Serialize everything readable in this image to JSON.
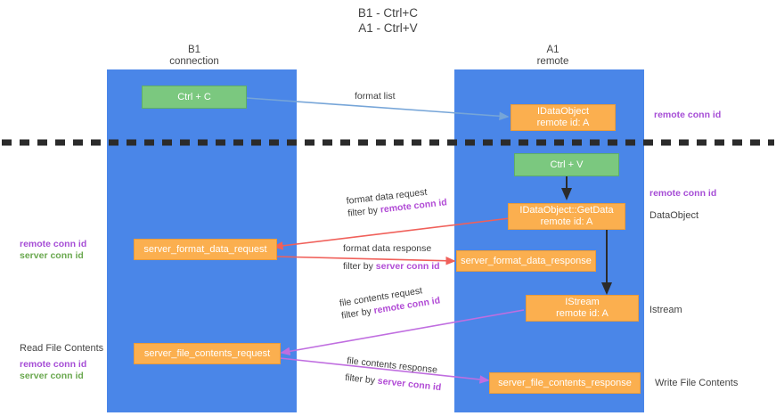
{
  "title": "B1 - Ctrl+C\nA1 - Ctrl+V",
  "lanes": [
    {
      "id": "left",
      "title": "B1\nconnection"
    },
    {
      "id": "right",
      "title": "A1\nremote"
    }
  ],
  "boxes": [
    {
      "id": "ctrl-c",
      "line1": "Ctrl + C",
      "line2": "",
      "color": "green"
    },
    {
      "id": "idataobject",
      "line1": "IDataObject",
      "line2": "remote id: A",
      "color": "orange"
    },
    {
      "id": "ctrl-v",
      "line1": "Ctrl + V",
      "line2": "",
      "color": "green"
    },
    {
      "id": "getdata",
      "line1": "IDataObject::GetData",
      "line2": "remote id: A",
      "color": "orange"
    },
    {
      "id": "server-format-data-request",
      "line1": "server_format_data_request",
      "line2": "",
      "color": "orange"
    },
    {
      "id": "server-format-data-response",
      "line1": "server_format_data_response",
      "line2": "",
      "color": "orange"
    },
    {
      "id": "istream",
      "line1": "IStream",
      "line2": "remote id: A",
      "color": "orange"
    },
    {
      "id": "server-file-contents-request",
      "line1": "server_file_contents_request",
      "line2": "",
      "color": "orange"
    },
    {
      "id": "server-file-contents-response",
      "line1": "server_file_contents_response",
      "line2": "",
      "color": "orange"
    }
  ],
  "edge_labels": {
    "format_list": "format list",
    "format_data_request": "format data request",
    "format_data_request_filter_prefix": "filter by ",
    "format_data_request_filter_value": "remote conn id",
    "format_data_response": "format data response",
    "format_data_response_filter_prefix": "filter by ",
    "format_data_response_filter_value": "server conn id",
    "file_contents_request": "file contents request",
    "file_contents_request_filter_prefix": "filter by ",
    "file_contents_request_filter_value": "remote conn id",
    "file_contents_response": "file contents response",
    "file_contents_response_filter_prefix": "filter by ",
    "file_contents_response_filter_value": "server conn id"
  },
  "right_labels": {
    "remote_conn_id_top": "remote conn id",
    "remote_conn_id_mid": "remote conn id",
    "dataobject": "DataObject",
    "istream": "Istream",
    "write_file_contents": "Write File Contents"
  },
  "left_labels": {
    "remote_conn_id": "remote conn id",
    "server_conn_id": "server conn id",
    "read_file_contents": "Read File Contents",
    "remote_conn_id_2": "remote conn id",
    "server_conn_id_2": "server conn id"
  },
  "colors": {
    "lane": "#4a86e8",
    "green_box": "#7bc87f",
    "orange_box": "#fbaf4f",
    "purple": "#a64dd6",
    "green_text": "#6aa84f",
    "red_arrow": "#f0605a",
    "blue_arrow": "#76a5d8",
    "magenta_arrow": "#c06ee0",
    "dark_arrow": "#2b2b2b"
  }
}
